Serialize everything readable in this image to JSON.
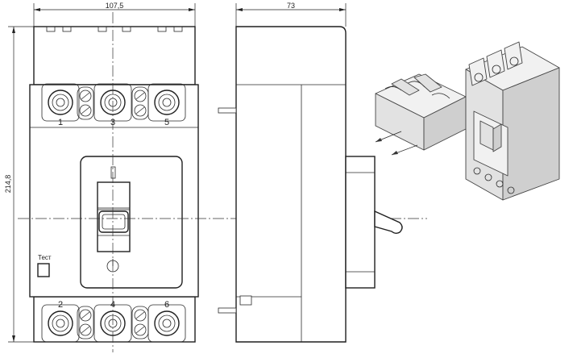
{
  "dimensions": {
    "width": "107,5",
    "depth": "73",
    "height": "214,8"
  },
  "labels": {
    "test": "Тест"
  },
  "terminals": {
    "top": [
      "1",
      "3",
      "5"
    ],
    "bottom": [
      "2",
      "4",
      "6"
    ]
  }
}
